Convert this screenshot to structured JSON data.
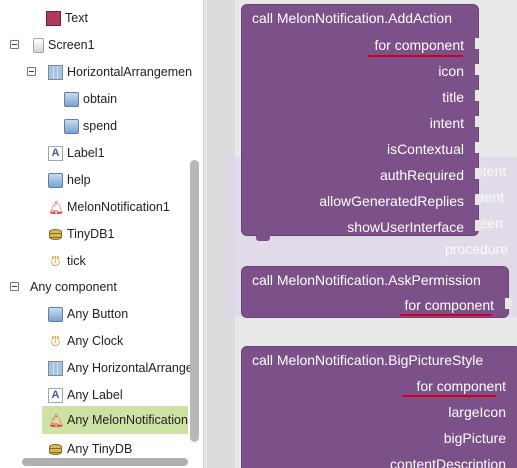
{
  "tree": {
    "items": [
      {
        "label": "Text",
        "icon": "color-swatch-icon"
      },
      {
        "label": "Screen1",
        "icon": "screen-icon"
      },
      {
        "label": "HorizontalArrangemen",
        "icon": "horizontal-arrangement-icon"
      },
      {
        "label": "obtain",
        "icon": "button-icon"
      },
      {
        "label": "spend",
        "icon": "button-icon"
      },
      {
        "label": "Label1",
        "icon": "label-icon"
      },
      {
        "label": "help",
        "icon": "button-icon"
      },
      {
        "label": "MelonNotification1",
        "icon": "bell-icon"
      },
      {
        "label": "TinyDB1",
        "icon": "database-icon"
      },
      {
        "label": "tick",
        "icon": "clock-icon"
      },
      {
        "label": "Any component",
        "icon": ""
      },
      {
        "label": "Any Button",
        "icon": "button-icon"
      },
      {
        "label": "Any Clock",
        "icon": "clock-icon"
      },
      {
        "label": "Any HorizontalArrange",
        "icon": "horizontal-arrangement-icon"
      },
      {
        "label": "Any Label",
        "icon": "label-icon"
      },
      {
        "label": "Any MelonNotification",
        "icon": "bell-icon"
      },
      {
        "label": "Any TinyDB",
        "icon": "database-icon"
      }
    ]
  },
  "workspace": {
    "ghost_labels": [
      "ntent",
      "onent",
      "reen",
      "procedure"
    ],
    "blocks": [
      {
        "title": "call MelonNotification.AddAction",
        "params": [
          "for component",
          "icon",
          "title",
          "intent",
          "isContextual",
          "authRequired",
          "allowGeneratedReplies",
          "showUserInterface"
        ]
      },
      {
        "title": "call MelonNotification.AskPermission",
        "params": [
          "for component"
        ]
      },
      {
        "title": "call MelonNotification.BigPictureStyle",
        "params": [
          "for component",
          "largeIcon",
          "bigPicture",
          "contentDescription"
        ]
      }
    ]
  },
  "colors": {
    "block": "#7c5089",
    "selection": "#cfe2a5",
    "underline": "#d0001a"
  }
}
